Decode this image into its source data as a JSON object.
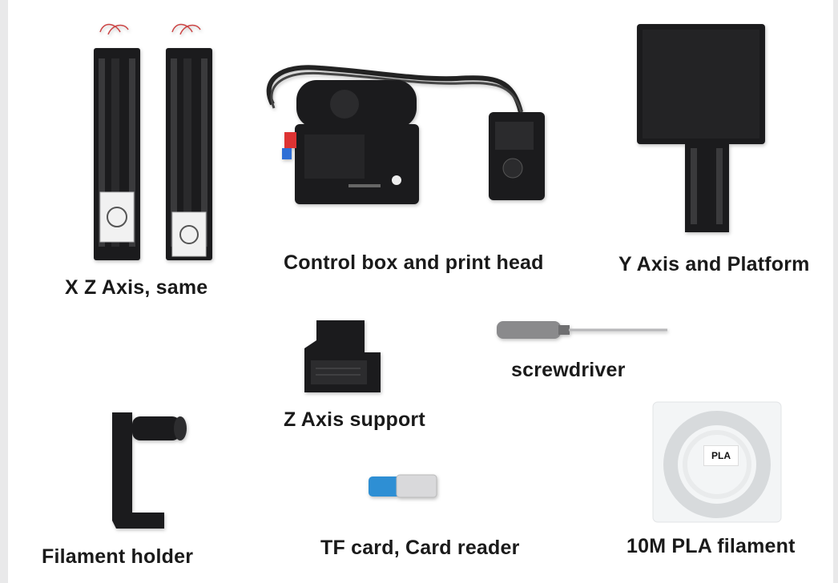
{
  "labels": {
    "xz_axis": "X  Z Axis, same",
    "control_box": "Control box and print head",
    "y_axis": "Y Axis and Platform",
    "screwdriver": "screwdriver",
    "z_support": "Z Axis support",
    "filament_holder": "Filament holder",
    "tf_card": "TF card, Card reader",
    "pla_filament": "10M PLA filament"
  },
  "pla_tag": "PLA",
  "colors": {
    "background": "#ffffff",
    "frame": "#e9e9ea",
    "part_black": "#1b1b1d",
    "card_reader_blue": "#2e8fd4"
  }
}
